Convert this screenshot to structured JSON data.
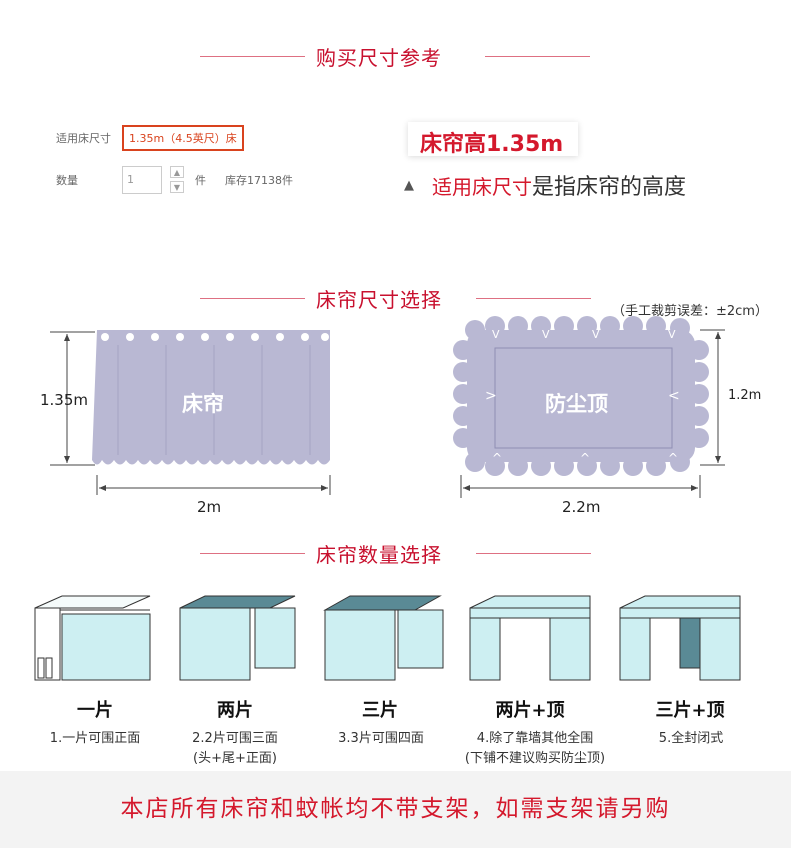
{
  "sections": {
    "buy_size_ref": "购买尺寸参考",
    "curtain_size_select": "床帘尺寸选择",
    "curtain_qty_select": "床帘数量选择"
  },
  "product_form": {
    "bed_size_label": "适用床尺寸",
    "bed_size_value": "1.35m（4.5英尺）床",
    "qty_label": "数量",
    "qty_value": "1",
    "qty_unit": "件",
    "stock": "库存17138件"
  },
  "note": {
    "height_title": "床帘高1.35m",
    "triangle": "▲",
    "desc_red": "适用床尺寸",
    "desc_rest": "是指床帘的高度"
  },
  "size_diagram": {
    "tolerance": "（手工裁剪误差：±2cm）",
    "curtain": {
      "label": "床帘",
      "height": "1.35m",
      "width": "2m"
    },
    "canopy": {
      "label": "防尘顶",
      "height": "1.2m",
      "width": "2.2m"
    },
    "canopy_arrows": {
      "top": "V",
      "bottom": "^",
      "left": ">",
      "right": "<"
    },
    "colors": {
      "fabric": "#b9b8d3",
      "fabric_edge": "#a5a4c3",
      "dim_line": "#444444"
    }
  },
  "types": [
    {
      "label": "一片",
      "desc_line1": "1.一片可围正面",
      "desc_line2": ""
    },
    {
      "label": "两片",
      "desc_line1": "2.2片可围三面",
      "desc_line2": "(头+尾+正面)"
    },
    {
      "label": "三片",
      "desc_line1": "3.3片可围四面",
      "desc_line2": ""
    },
    {
      "label": "两片+顶",
      "desc_line1": "4.除了靠墙其他全围",
      "desc_line2": "(下铺不建议购买防尘顶)"
    },
    {
      "label": "三片+顶",
      "desc_line1": "5.全封闭式",
      "desc_line2": ""
    }
  ],
  "footer": {
    "text": "本店所有床帘和蚊帐均不带支架，如需支架请另购"
  },
  "colors": {
    "accent_red": "#c8102e",
    "curtain_blue": "#cdeff2",
    "curtain_dark": "#5a8a95"
  }
}
